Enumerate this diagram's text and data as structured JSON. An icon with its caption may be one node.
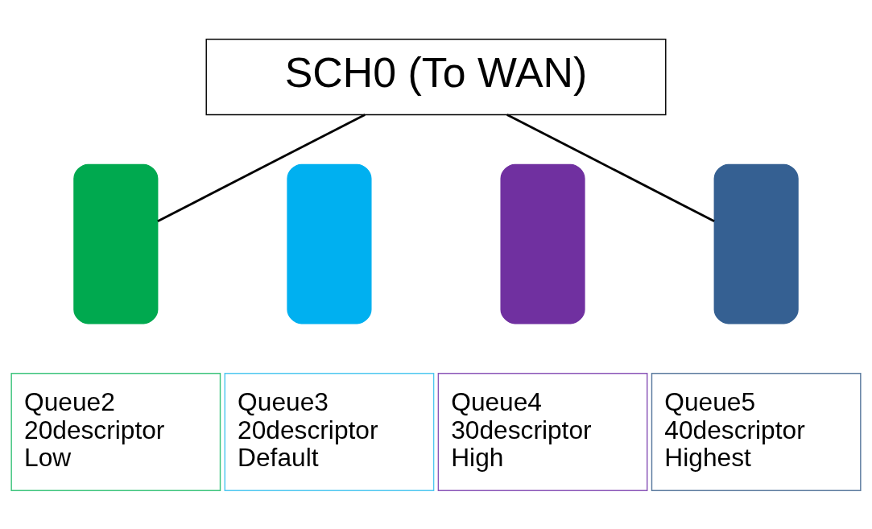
{
  "diagram": {
    "nodes": [
      {
        "text": [
          "SCH0 (To WAN)"
        ]
      },
      {
        "text": [],
        "shape": "bar"
      },
      {
        "text": [],
        "shape": "bar"
      },
      {
        "text": [],
        "shape": "bar"
      },
      {
        "text": [],
        "shape": "bar"
      },
      {
        "text": [
          "Queue2",
          "20descriptor",
          "Low"
        ]
      },
      {
        "text": [
          "Queue3",
          "20descriptor",
          "Default"
        ]
      },
      {
        "text": [
          "Queue4",
          "30descriptor",
          "High"
        ]
      },
      {
        "text": [
          "Queue5",
          "40descriptor",
          "Highest"
        ]
      }
    ],
    "edges": [
      {
        "from": 0,
        "to": 1,
        "arrow": "none"
      },
      {
        "from": 0,
        "to": 4,
        "arrow": "none"
      }
    ]
  }
}
